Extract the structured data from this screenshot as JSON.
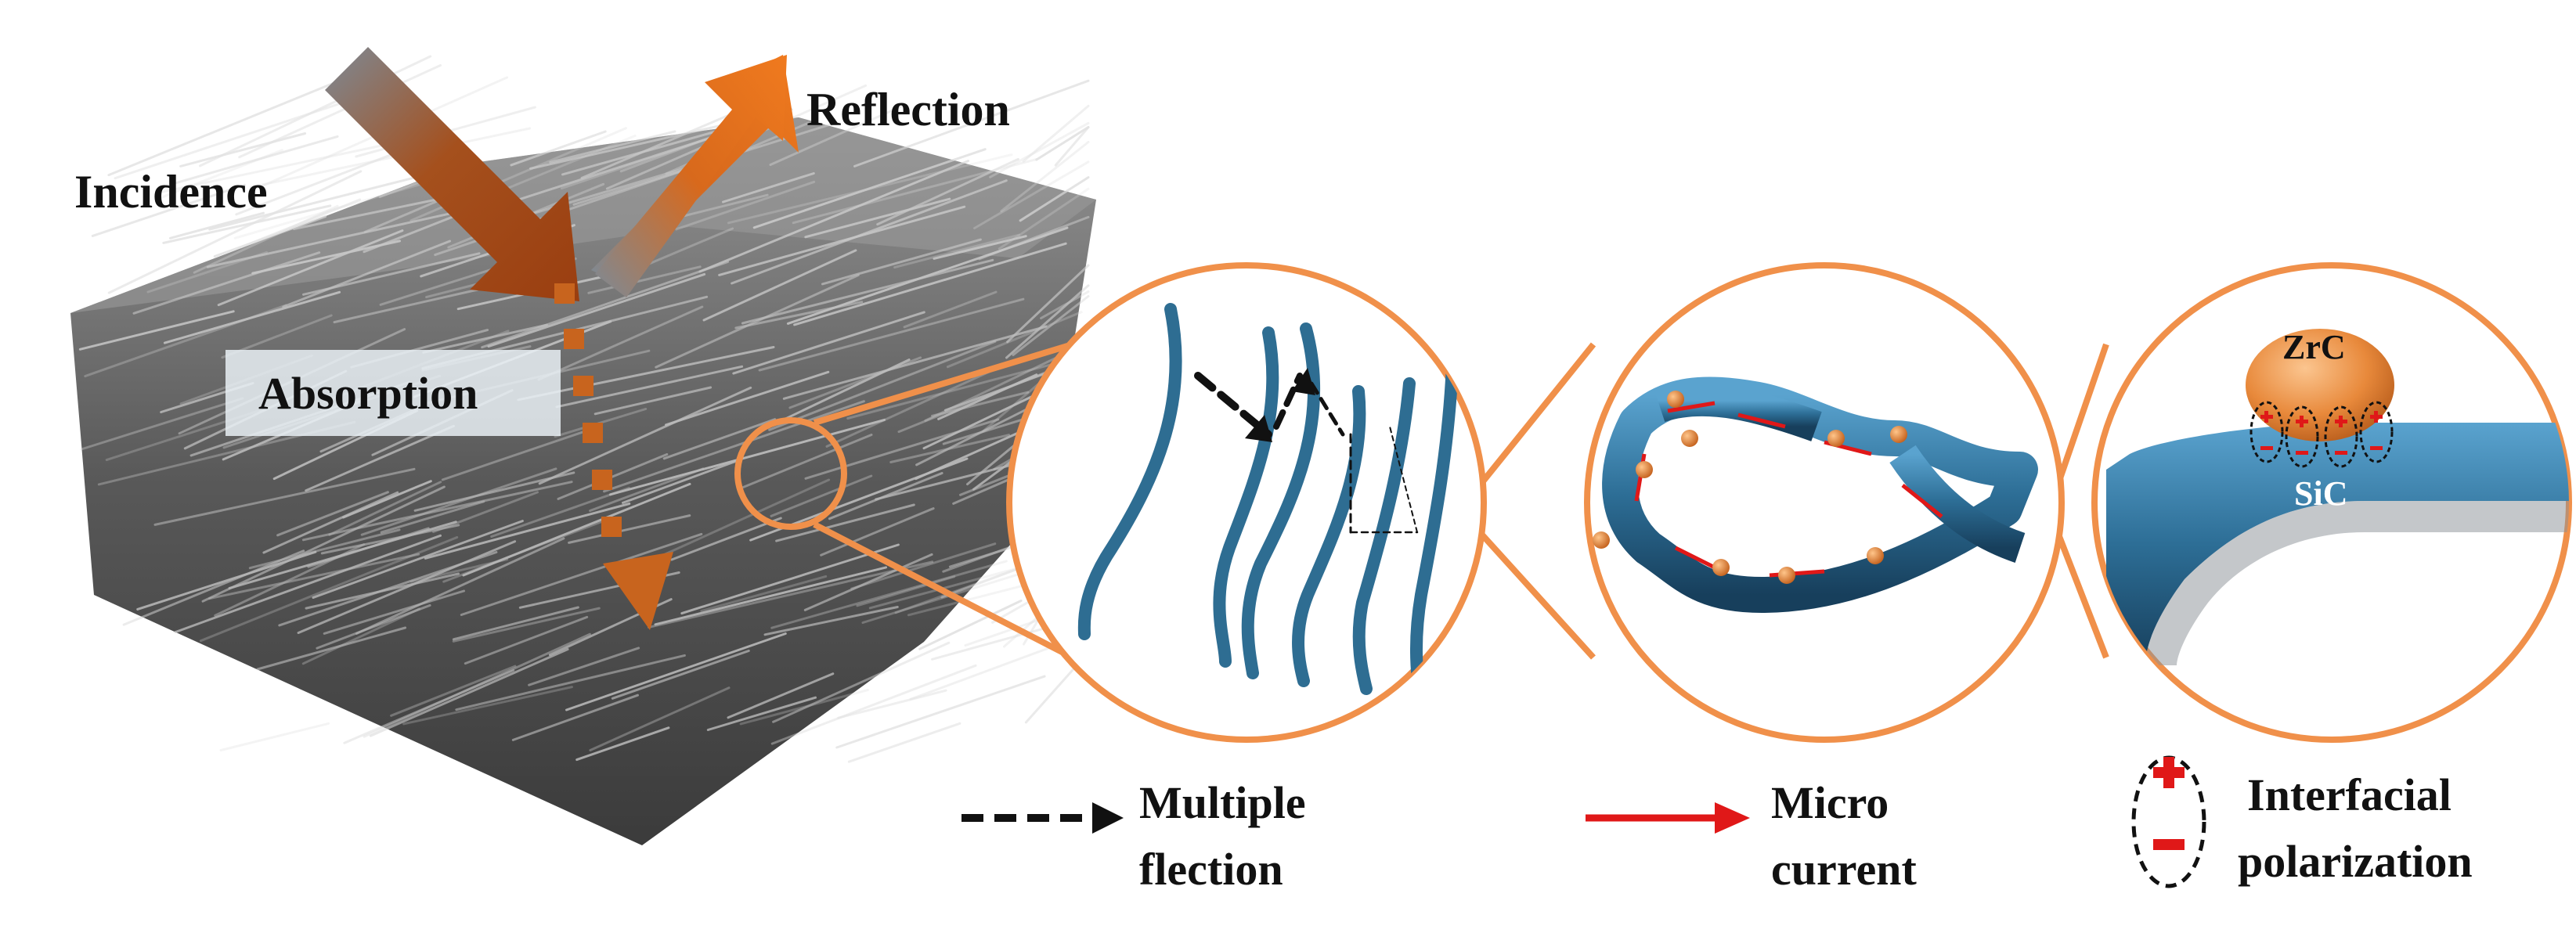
{
  "labels": {
    "incidence": "Incidence",
    "reflection": "Reflection",
    "absorption": "Absorption",
    "zrc": "ZrC",
    "sic": "SiC"
  },
  "legend": {
    "multiple_reflection": [
      "Multiple",
      "flection"
    ],
    "micro_current": [
      "Micro",
      "current"
    ],
    "interfacial_polarization": [
      "Interfacial",
      "polarization"
    ]
  },
  "colors": {
    "incidence_arrow": "#b4531a",
    "reflection_arrow": "#e2741e",
    "absorption_arrow": "#c8641e",
    "highlight_circle": "#f0904a",
    "fiber_blue": "#2e6d92",
    "zrc_particle": "#e68a3c",
    "micro_current_arrow": "#e01818",
    "charge_red": "#e01818",
    "fiber_mat": "#555555"
  },
  "icons": {
    "multiple_reflection": "dashed-arrow-icon",
    "micro_current": "red-arrow-icon",
    "interfacial_polarization": "charge-pair-icon"
  }
}
